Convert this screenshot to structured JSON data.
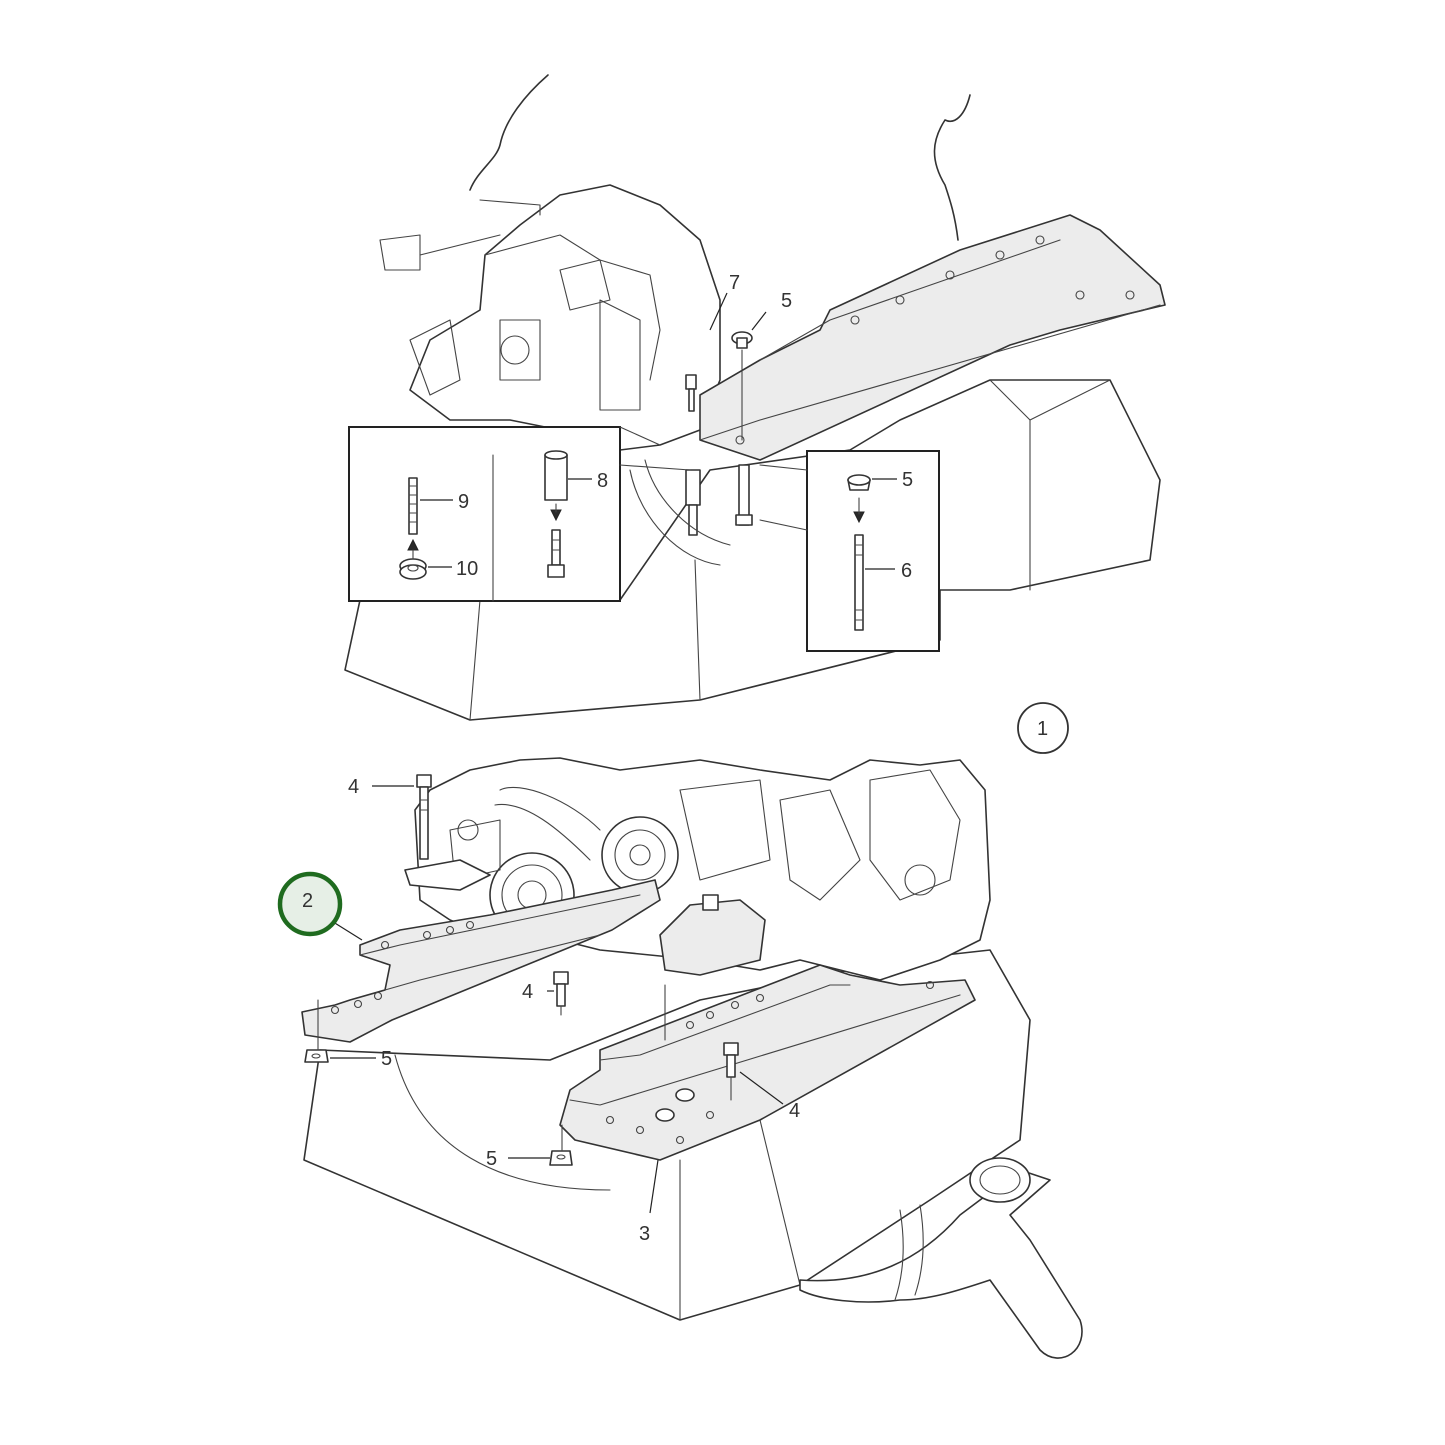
{
  "callouts": {
    "c1": "1",
    "c2": "2",
    "c3": "3",
    "c4": "4",
    "c5": "5",
    "c6": "6",
    "c7": "7",
    "c8": "8",
    "c9": "9",
    "c10": "10"
  },
  "highlighted_part": "2",
  "highlight_color": "#1f6b1f",
  "line_color": "#333333"
}
